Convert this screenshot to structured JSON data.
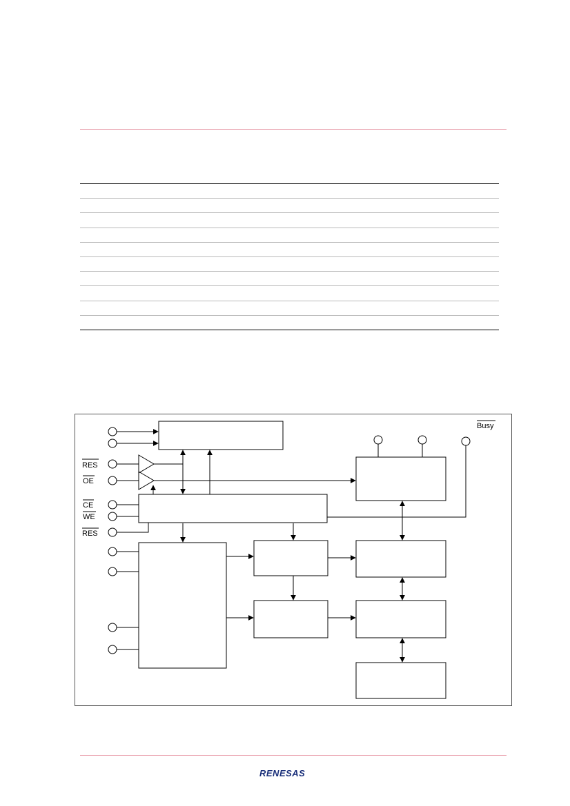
{
  "diagram": {
    "signals": {
      "res_top": "RES",
      "oe": "OE",
      "ce": "CE",
      "we": "WE",
      "res_bottom": "RES",
      "busy": "Busy"
    }
  },
  "footer": {
    "logo_text": "RENESAS",
    "logo_color": "#1a2f7a",
    "rule_color": "#e89aa8"
  }
}
